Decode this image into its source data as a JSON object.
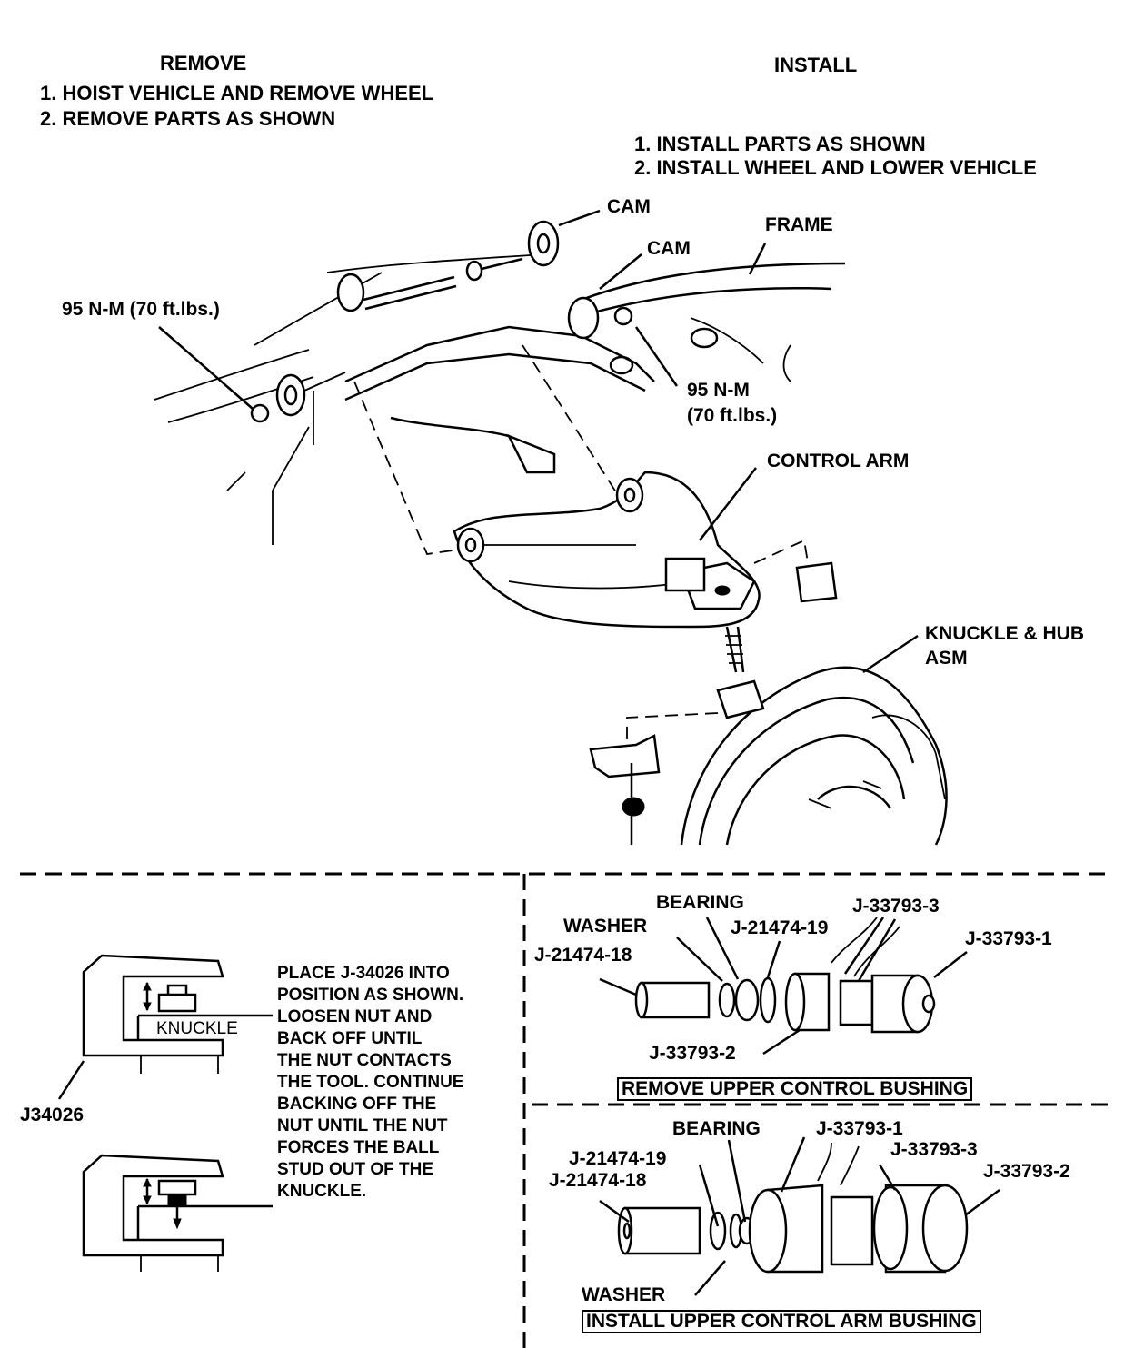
{
  "remove": {
    "heading": "REMOVE",
    "steps": [
      "1.  HOIST VEHICLE AND REMOVE WHEEL",
      "2.  REMOVE PARTS AS SHOWN"
    ]
  },
  "install": {
    "heading": "INSTALL",
    "steps": [
      "1.  INSTALL PARTS AS SHOWN",
      "2.  INSTALL WHEEL AND LOWER VEHICLE"
    ]
  },
  "main_labels": {
    "cam_top": "CAM",
    "cam_mid": "CAM",
    "frame": "FRAME",
    "torque_left": "95 N-M (70 ft.lbs.)",
    "torque_right_1": "95 N-M",
    "torque_right_2": "(70 ft.lbs.)",
    "control_arm": "CONTROL ARM",
    "knuckle_hub_1": "KNUCKLE & HUB",
    "knuckle_hub_2": "ASM"
  },
  "tool_detail": {
    "knuckle_label": "KNUCKLE",
    "tool_label": "J34026",
    "procedure": [
      "PLACE J-34026 INTO",
      "POSITION AS SHOWN.",
      "LOOSEN NUT AND",
      "BACK OFF UNTIL",
      "THE NUT CONTACTS",
      "THE TOOL. CONTINUE",
      "BACKING OFF THE",
      "NUT UNTIL THE NUT",
      "FORCES THE BALL",
      "STUD OUT OF THE",
      "KNUCKLE."
    ]
  },
  "remove_bushing": {
    "title": "REMOVE UPPER CONTROL BUSHING",
    "labels": {
      "bearing": "BEARING",
      "j33793_3": "J-33793-3",
      "washer": "WASHER",
      "j21474_19": "J-21474-19",
      "j33793_1": "J-33793-1",
      "j21474_18": "J-21474-18",
      "j33793_2": "J-33793-2"
    }
  },
  "install_bushing": {
    "title": "INSTALL UPPER CONTROL ARM BUSHING",
    "labels": {
      "bearing": "BEARING",
      "j33793_1": "J-33793-1",
      "j33793_3": "J-33793-3",
      "j21474_19": "J-21474-19",
      "j33793_2": "J-33793-2",
      "j21474_18": "J-21474-18",
      "washer": "WASHER"
    }
  }
}
